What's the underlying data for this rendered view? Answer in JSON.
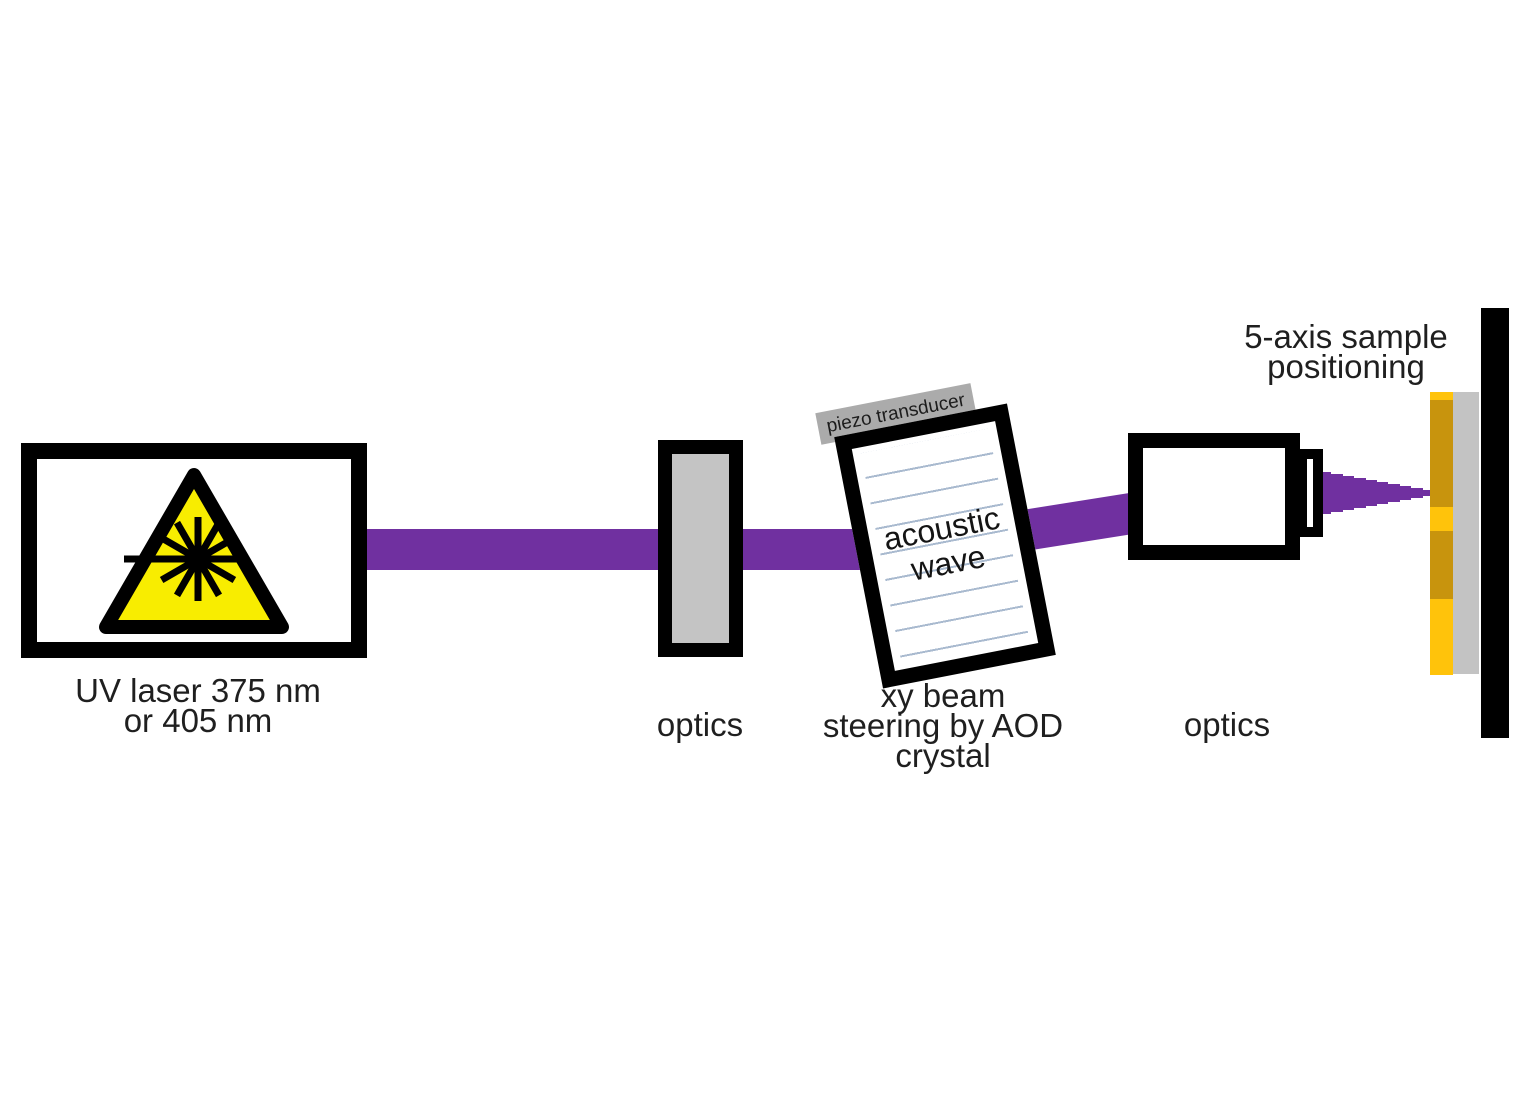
{
  "diagram": {
    "type": "optical-setup-schematic",
    "components": {
      "laser": {
        "label_line1": "UV laser 375 nm",
        "label_line2": "or 405 nm",
        "icon": "laser-hazard-warning-triangle"
      },
      "optics1": {
        "label": "optics"
      },
      "aod": {
        "label_line1": "xy beam",
        "label_line2": "steering by AOD",
        "label_line3": "crystal",
        "transducer_label": "piezo transducer",
        "crystal_text_line1": "acoustic",
        "crystal_text_line2": "wave"
      },
      "optics2": {
        "label": "optics"
      },
      "sample_stage": {
        "label_line1": "5-axis sample",
        "label_line2": "positioning"
      }
    },
    "colors": {
      "beam_purple": "#7030A0",
      "warning_yellow": "#F8ED00",
      "optics_gray": "#C4C4C4",
      "transducer_gray": "#ABABAB",
      "ruled_line_blue": "#A9BACF",
      "sample_gold": "#C8940D",
      "sample_bright_yellow": "#FFC30B",
      "backing_plate_gray": "#C3C3C3",
      "mount_black": "#000000",
      "outline_black": "#000000"
    }
  }
}
